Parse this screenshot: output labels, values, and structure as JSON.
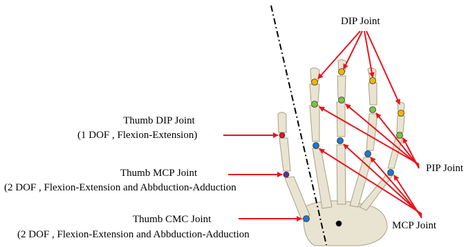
{
  "labels": {
    "dip_joint": "DIP Joint",
    "pip_joint": "PIP Joint",
    "mcp_joint": "MCP Joint",
    "thumb_dip_title": "Thumb DIP Joint",
    "thumb_dip_dof": "(1 DOF , Flexion-Extension)",
    "thumb_mcp_title": "Thumb MCP Joint",
    "thumb_mcp_dof": "(2 DOF , Flexion-Extension and Abbduction-Adduction",
    "thumb_cmc_title": "Thumb CMC Joint",
    "thumb_cmc_dof": "(2 DOF , Flexion-Extension and Abbduction-Adduction"
  },
  "colors": {
    "arrow": "#e8141c",
    "bone": "#e9e4d2",
    "bone_shade": "#cfc7ad",
    "dip_marker": "#f5b400",
    "pip_marker": "#7cc242",
    "mcp_marker": "#1f78c8",
    "thumb_dip_marker": "#e8141c",
    "thumb_mcp_marker": "#6a2c91",
    "thumb_cmc_marker": "#1f78c8",
    "axis_line": "#000000"
  }
}
